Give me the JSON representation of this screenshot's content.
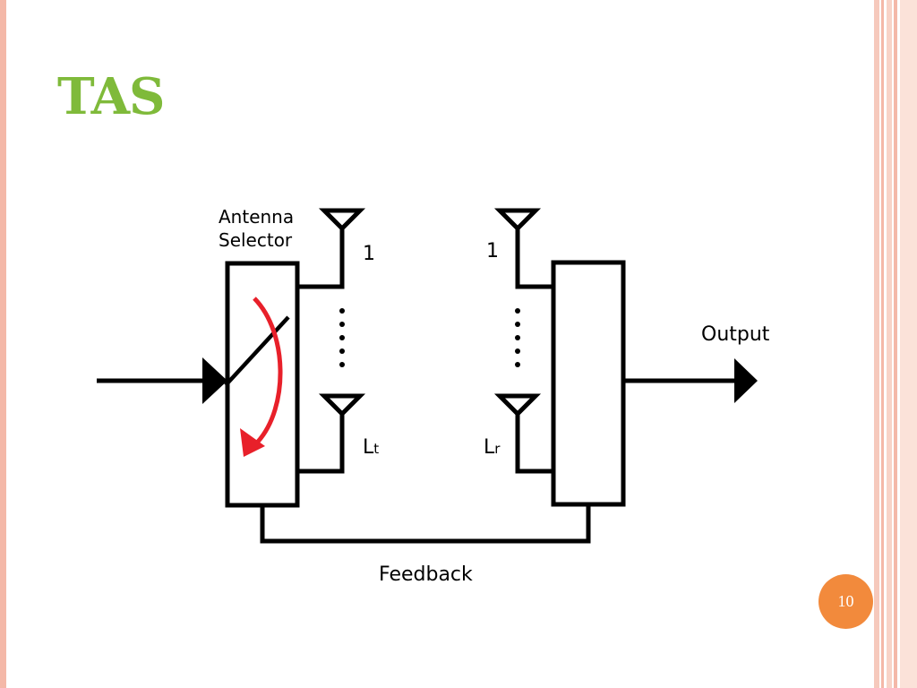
{
  "slide": {
    "title": "TAS",
    "number": "10"
  },
  "diagram": {
    "selector_label_line1": "Antenna",
    "selector_label_line2": "Selector",
    "tx_first_antenna": "1",
    "tx_last_antenna_base": "L",
    "tx_last_antenna_sub": "t",
    "rx_first_antenna": "1",
    "rx_last_antenna_base": "L",
    "rx_last_antenna_sub": "r",
    "output_label": "Output",
    "feedback_label": "Feedback"
  },
  "colors": {
    "title": "#7fba3a",
    "badge": "#f28a3c",
    "selector_arrow": "#e8202a",
    "border_accent": "#f4b8a8"
  }
}
